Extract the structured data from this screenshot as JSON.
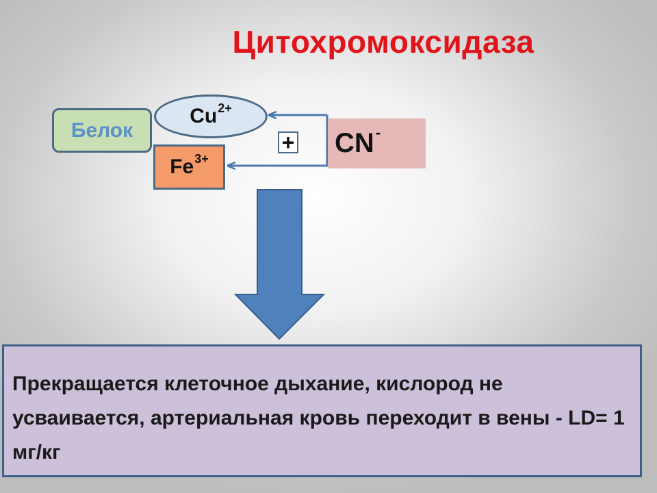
{
  "title": "Цитохромоксидаза",
  "nodes": {
    "belok": "Белок",
    "cu": {
      "symbol": "Cu",
      "charge": "2+"
    },
    "fe": {
      "symbol": "Fe",
      "charge": "3+"
    },
    "cn": {
      "symbol": "CN",
      "charge": "-"
    },
    "plus": "+"
  },
  "result_text": "Прекращается клеточное дыхание, кислород не усваивается, артериальная кровь переходит в вены  - LD= 1 мг/кг",
  "colors": {
    "title": "#e0141a",
    "connector": "#4a78b0",
    "big_arrow": "#4f81bd",
    "result_background": "#ccc0da"
  }
}
